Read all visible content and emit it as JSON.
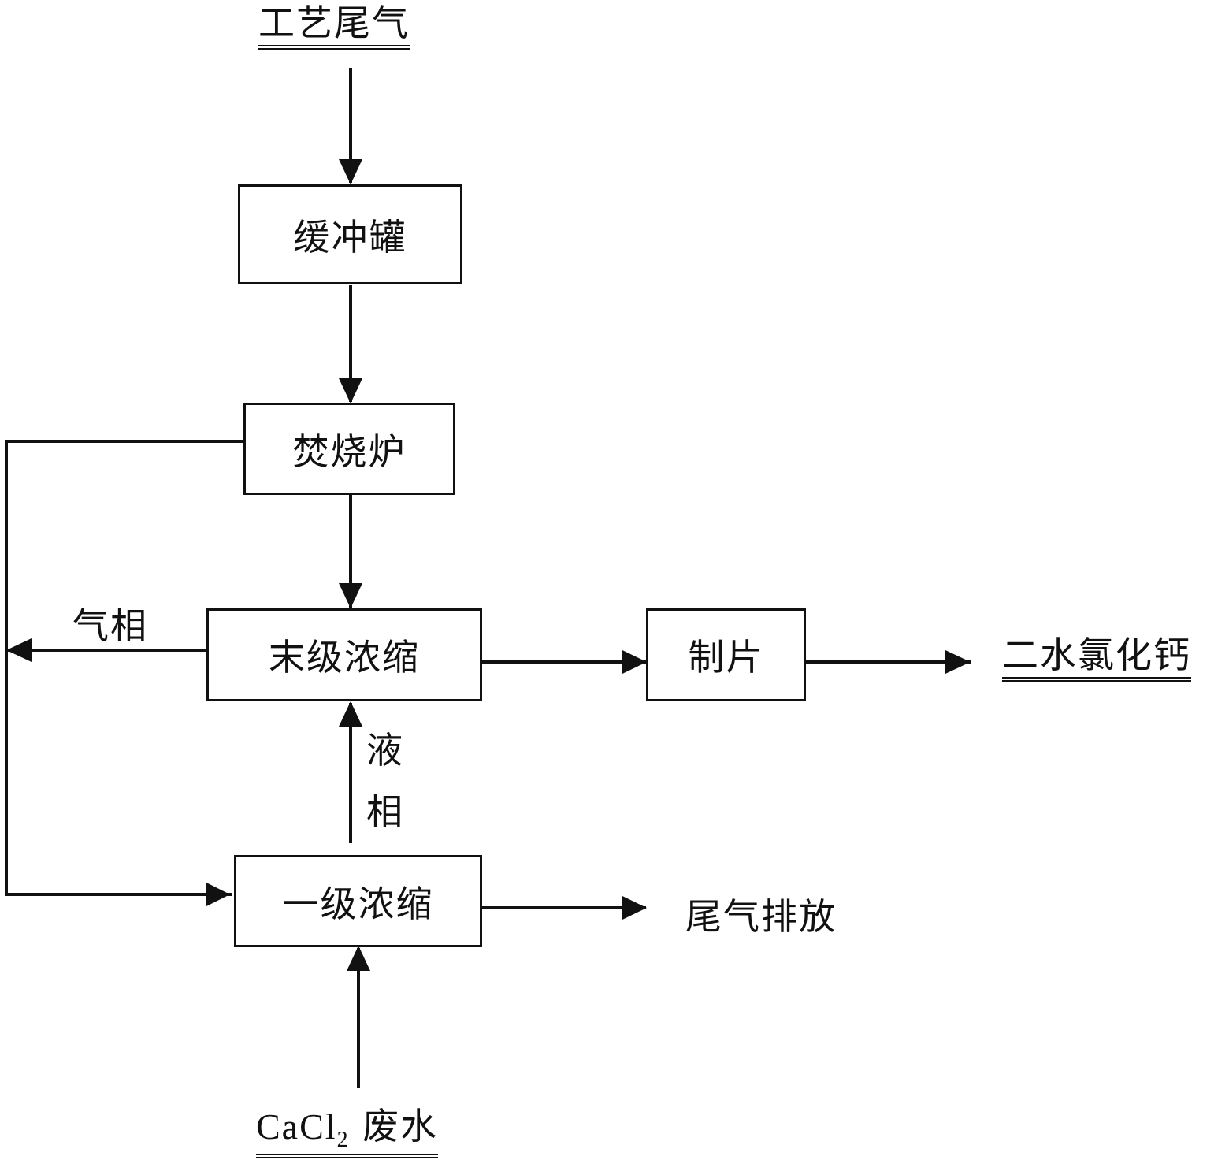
{
  "inputs": {
    "process_tail_gas": "工艺尾气",
    "cacl2_wastewater_prefix": "CaCl",
    "cacl2_wastewater_subscript": "2",
    "cacl2_wastewater_suffix": " 废水"
  },
  "boxes": {
    "buffer_tank": "缓冲罐",
    "incinerator": "焚烧炉",
    "final_concentration": "末级浓缩",
    "flaking": "制片",
    "first_concentration": "一级浓缩"
  },
  "flows": {
    "gas_phase": "气相",
    "liquid_phase_1": "液",
    "liquid_phase_2": "相"
  },
  "outputs": {
    "calcium_chloride_dihydrate": "二水氯化钙",
    "tail_gas_discharge": "尾气排放"
  },
  "colors": {
    "line": "#111111",
    "background": "#ffffff"
  }
}
